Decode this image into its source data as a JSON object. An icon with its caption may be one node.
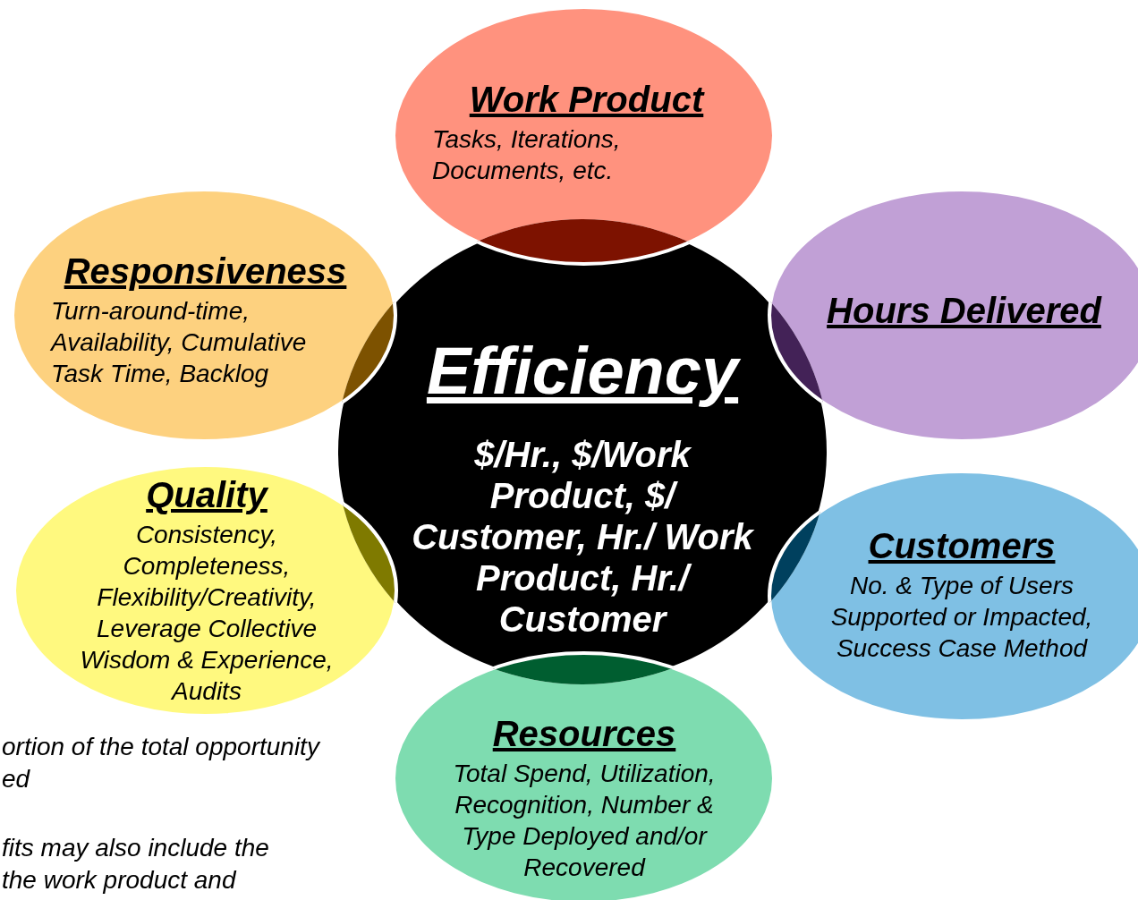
{
  "diagram": {
    "nodes": [
      {
        "text": [
          "Work Product",
          "Tasks, Iterations, Documents, etc."
        ]
      },
      {
        "text": [
          "Responsiveness",
          "Turn-around-time, Availability, Cumulative Task Time, Backlog"
        ]
      },
      {
        "text": [
          "Efficiency",
          "$/Hr., $/Work Product, $/ Customer, Hr./ Work Product, Hr./ Customer"
        ]
      },
      {
        "text": [
          "Hours Delivered"
        ]
      },
      {
        "text": [
          "Quality",
          "Consistency, Completeness, Flexibility/Creativity, Leverage Collective Wisdom & Experience, Audits"
        ]
      },
      {
        "text": [
          "Customers",
          "No. & Type of Users Supported or Impacted, Success Case Method"
        ]
      },
      {
        "text": [
          "Resources",
          "Total Spend, Utilization, Recognition, Number & Type Deployed and/or Recovered"
        ]
      }
    ],
    "labels": [
      "ortion of the total opportunity",
      "ed",
      "fits may also include the",
      "the work product and"
    ]
  }
}
